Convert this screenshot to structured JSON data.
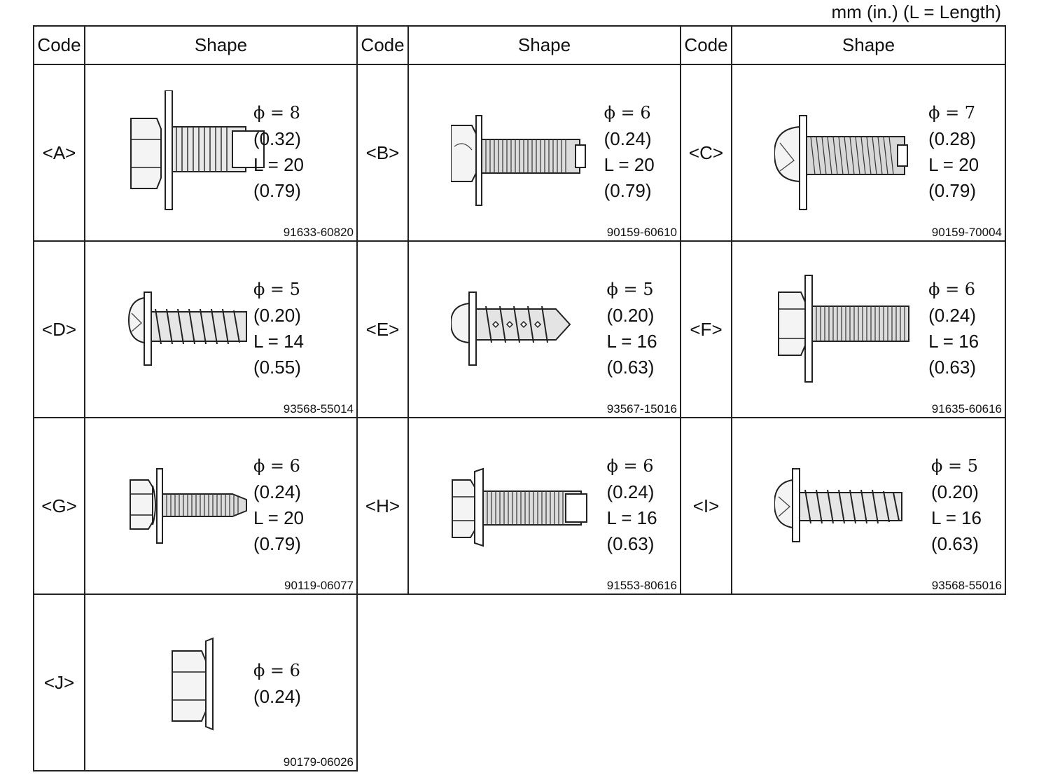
{
  "units_note": "mm (in.) (L = Length)",
  "headers": {
    "code": "Code",
    "shape": "Shape"
  },
  "fasteners": [
    {
      "code": "<A>",
      "phi": "ϕ = 8",
      "dia_in": "(0.32)",
      "length": "L = 20",
      "len_in": "(0.79)",
      "part_no": "91633-60820",
      "icon": "hex-bolt-with-washer-icon"
    },
    {
      "code": "<B>",
      "phi": "ϕ = 6",
      "dia_in": "(0.24)",
      "length": "L = 20",
      "len_in": "(0.79)",
      "part_no": "90159-60610",
      "icon": "hex-bolt-with-washer-icon"
    },
    {
      "code": "<C>",
      "phi": "ϕ = 7",
      "dia_in": "(0.28)",
      "length": "L = 20",
      "len_in": "(0.79)",
      "part_no": "90159-70004",
      "icon": "pan-head-screw-with-washer-icon"
    },
    {
      "code": "<D>",
      "phi": "ϕ = 5",
      "dia_in": "(0.20)",
      "length": "L = 14",
      "len_in": "(0.55)",
      "part_no": "93568-55014",
      "icon": "tapping-screw-with-washer-icon"
    },
    {
      "code": "<E>",
      "phi": "ϕ = 5",
      "dia_in": "(0.20)",
      "length": "L = 16",
      "len_in": "(0.63)",
      "part_no": "93567-15016",
      "icon": "pointed-tapping-screw-icon"
    },
    {
      "code": "<F>",
      "phi": "ϕ = 6",
      "dia_in": "(0.24)",
      "length": "L = 16",
      "len_in": "(0.63)",
      "part_no": "91635-60616",
      "icon": "hex-bolt-with-washer-icon"
    },
    {
      "code": "<G>",
      "phi": "ϕ = 6",
      "dia_in": "(0.24)",
      "length": "L = 20",
      "len_in": "(0.79)",
      "part_no": "90119-06077",
      "icon": "hex-bolt-with-spring-washer-icon"
    },
    {
      "code": "<H>",
      "phi": "ϕ = 6",
      "dia_in": "(0.24)",
      "length": "L = 16",
      "len_in": "(0.63)",
      "part_no": "91553-80616",
      "icon": "flange-bolt-icon"
    },
    {
      "code": "<I>",
      "phi": "ϕ = 5",
      "dia_in": "(0.20)",
      "length": "L = 16",
      "len_in": "(0.63)",
      "part_no": "93568-55016",
      "icon": "tapping-screw-with-washer-icon"
    },
    {
      "code": "<J>",
      "phi": "ϕ = 6",
      "dia_in": "(0.24)",
      "length": "",
      "len_in": "",
      "part_no": "90179-06026",
      "icon": "flange-nut-icon"
    }
  ]
}
